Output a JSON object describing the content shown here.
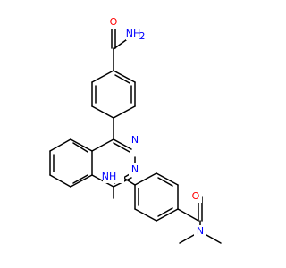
{
  "colors": {
    "carbon_bond": "#000000",
    "oxygen": "#ff0000",
    "nitrogen": "#0000ff",
    "background": "#ffffff"
  },
  "atoms": {
    "amide_top_o": "O",
    "amide_top_n": "NH2",
    "amide_top_n_main": "NH",
    "amide_top_n_sub": "2",
    "ring_n1": "N",
    "ring_n2": "N",
    "linker_nh": "NH",
    "linker_h": "H",
    "linker_n": "N",
    "amide_bottom_o": "O",
    "amide_bottom_n": "N"
  }
}
